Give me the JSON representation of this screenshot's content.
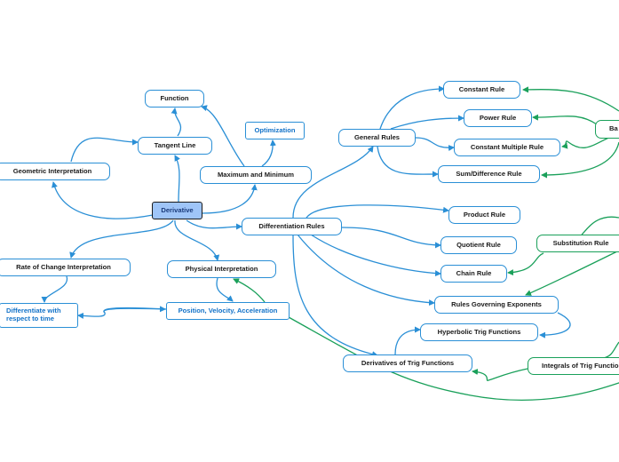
{
  "colors": {
    "blue": "#2a8fd6",
    "green": "#1aa05a",
    "root_fill": "#9fc5f8",
    "link_text": "#1272c8"
  },
  "nodes": {
    "function": "Function",
    "tangent_line": "Tangent Line",
    "optimization": "Optimization",
    "geometric_interpretation": "Geometric Interpretation",
    "maximum_minimum": "Maximum and Minimum",
    "derivative": "Derivative",
    "rate_of_change": "Rate of Change Interpretation",
    "physical_interpretation": "Physical Interpretation",
    "differentiate_wrt_time": "Differentiate with respect to time",
    "position_velocity": "Position, Velocity, Acceleration",
    "differentiation_rules": "Differentiation Rules",
    "general_rules": "General Rules",
    "constant_rule": "Constant Rule",
    "power_rule": "Power Rule",
    "constant_multiple_rule": "Constant Multiple Rule",
    "sum_difference_rule": "Sum/Difference Rule",
    "basic": "Ba",
    "product_rule": "Product Rule",
    "quotient_rule": "Quotient Rule",
    "chain_rule": "Chain Rule",
    "substitution_rule": "Substitution Rule",
    "rules_exponents": "Rules Governing Exponents",
    "hyperbolic_trig": "Hyperbolic Trig Functions",
    "derivatives_trig": "Derivatives of Trig Functions",
    "integrals_trig": "Integrals of Trig Functions"
  }
}
